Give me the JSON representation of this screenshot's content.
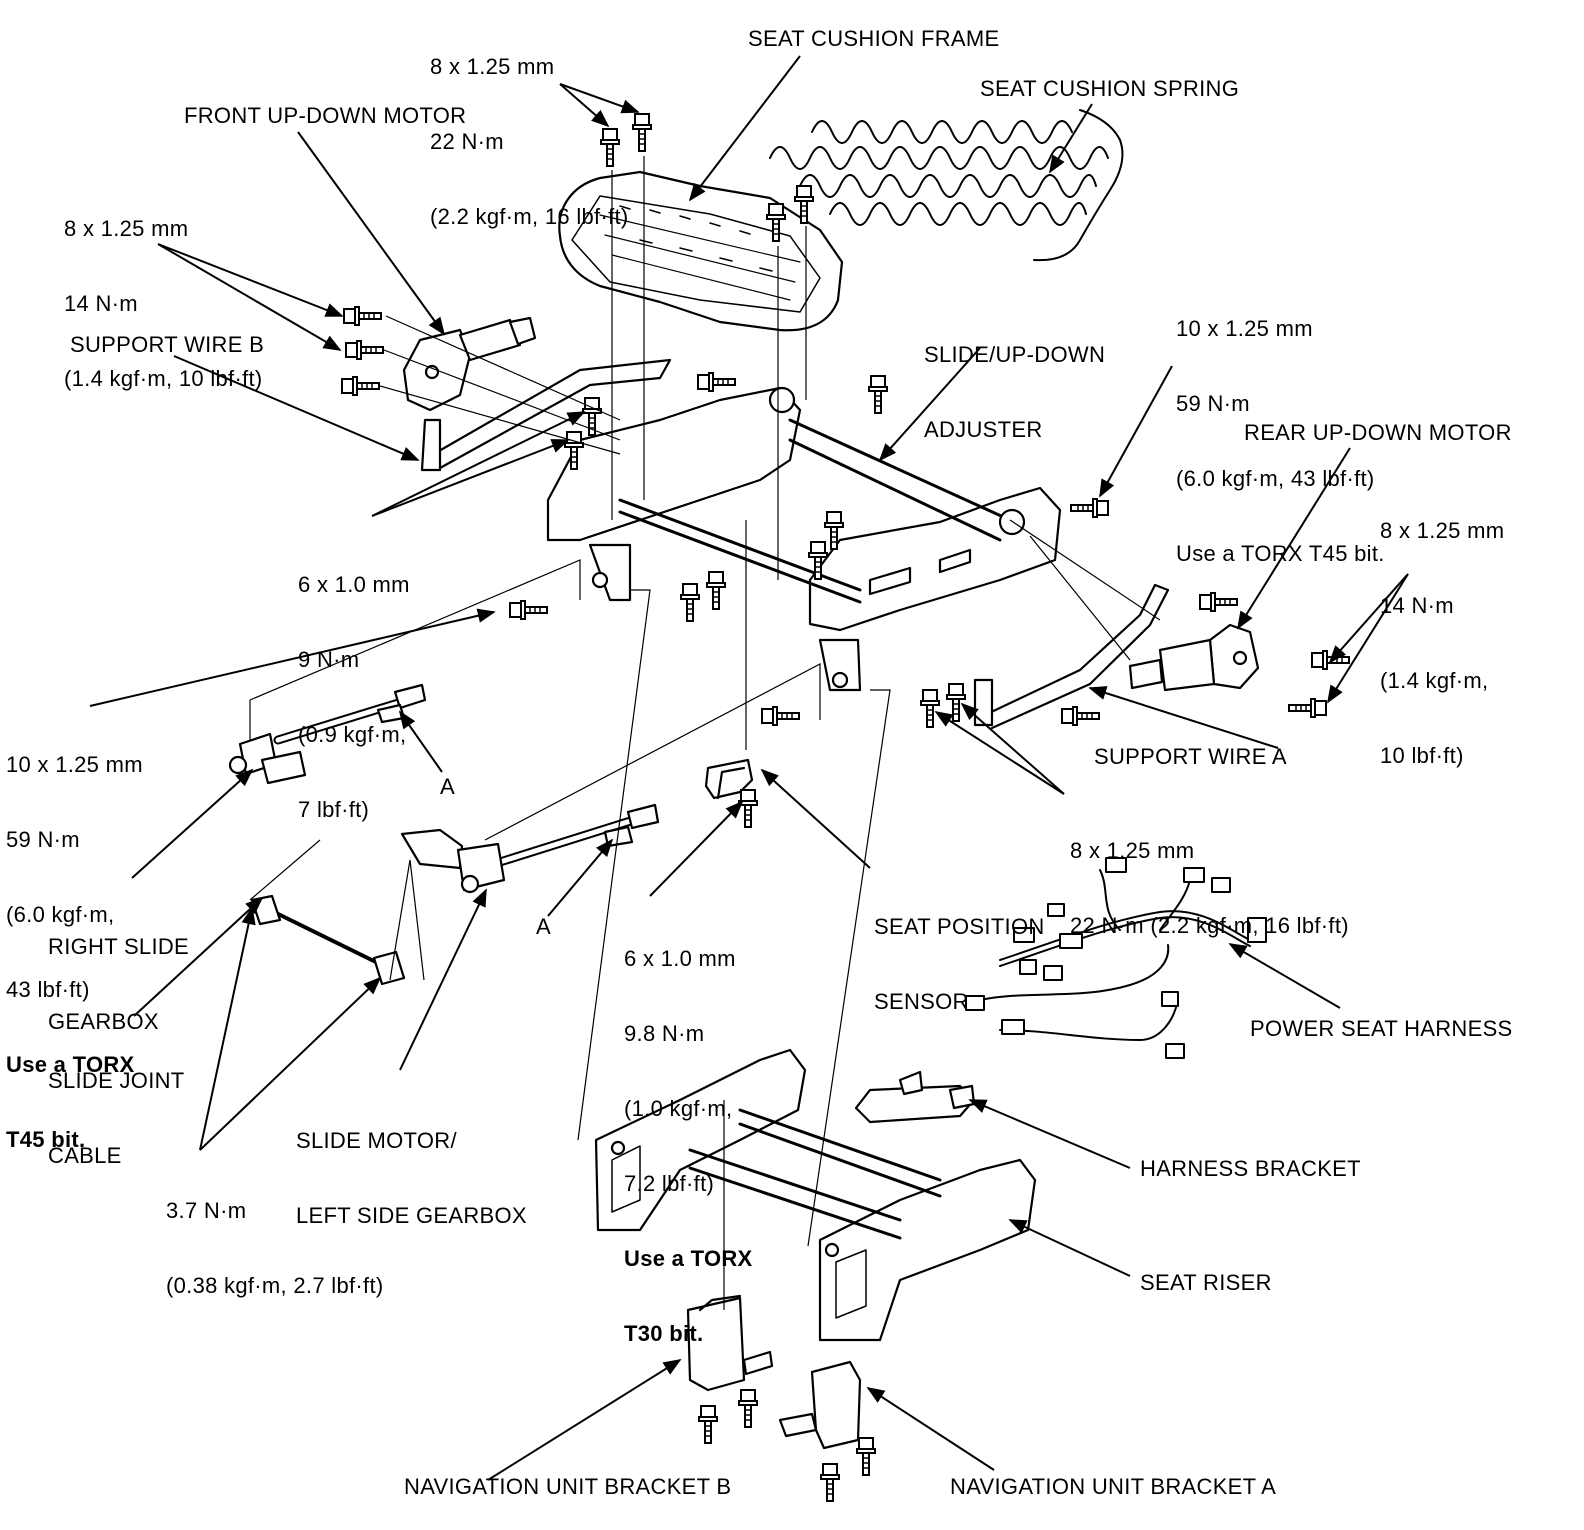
{
  "labels": {
    "seat_cushion_frame": "SEAT CUSHION FRAME",
    "seat_cushion_spring": "SEAT CUSHION SPRING",
    "front_up_down_motor": "FRONT UP-DOWN MOTOR",
    "support_wire_b": "SUPPORT WIRE B",
    "slide_up_down_adjuster": [
      "SLIDE/UP-DOWN",
      "ADJUSTER"
    ],
    "rear_up_down_motor": "REAR UP-DOWN MOTOR",
    "support_wire_a": "SUPPORT WIRE A",
    "seat_position_sensor": [
      "SEAT POSITION",
      "SENSOR"
    ],
    "power_seat_harness": "POWER SEAT HARNESS",
    "harness_bracket": "HARNESS BRACKET",
    "seat_riser": "SEAT RISER",
    "nav_bracket_a": "NAVIGATION UNIT BRACKET A",
    "nav_bracket_b": "NAVIGATION UNIT BRACKET B",
    "right_slide_gearbox": [
      "RIGHT SLIDE",
      "GEARBOX"
    ],
    "slide_joint_cable": [
      "SLIDE JOINT",
      "CABLE"
    ],
    "slide_motor_left_gearbox": [
      "SLIDE MOTOR/",
      "LEFT SIDE GEARBOX"
    ],
    "ref_a_1": "A",
    "ref_a_2": "A"
  },
  "torque_specs": {
    "frame_bolts": [
      "8 x 1.25 mm",
      "22 N·m",
      "(2.2 kgf·m, 16 lbf·ft)"
    ],
    "front_motor_bolts": [
      "8 x 1.25 mm",
      "14 N·m",
      "(1.4 kgf·m, 10 lbf·ft)"
    ],
    "adjuster_bolts_right": [
      "10 x 1.25 mm",
      "59 N·m",
      "(6.0 kgf·m, 43 lbf·ft)",
      "Use a TORX T45 bit."
    ],
    "rear_motor_bolts": [
      "8 x 1.25 mm",
      "14 N·m",
      "(1.4 kgf·m,",
      "10 lbf·ft)"
    ],
    "adjuster_bolts_6mm": [
      "6 x 1.0 mm",
      "9 N·m",
      "(0.9 kgf·m,",
      "7 lbf·ft)"
    ],
    "riser_bolts_left": [
      "10 x 1.25 mm",
      "59 N·m",
      "(6.0 kgf·m,",
      "43 lbf·ft)",
      "Use a TORX",
      "T45 bit."
    ],
    "support_wire_a_bolts": [
      "8 x 1.25 mm",
      "22 N·m (2.2 kgf·m, 16 lbf·ft)"
    ],
    "sensor_bolt": [
      "6 x 1.0 mm",
      "9.8 N·m",
      "(1.0 kgf·m,",
      "7.2 lbf·ft)",
      "Use a TORX",
      "T30 bit."
    ],
    "cable_nuts": [
      "3.7 N·m",
      "(0.38 kgf·m, 2.7 lbf·ft)"
    ]
  }
}
